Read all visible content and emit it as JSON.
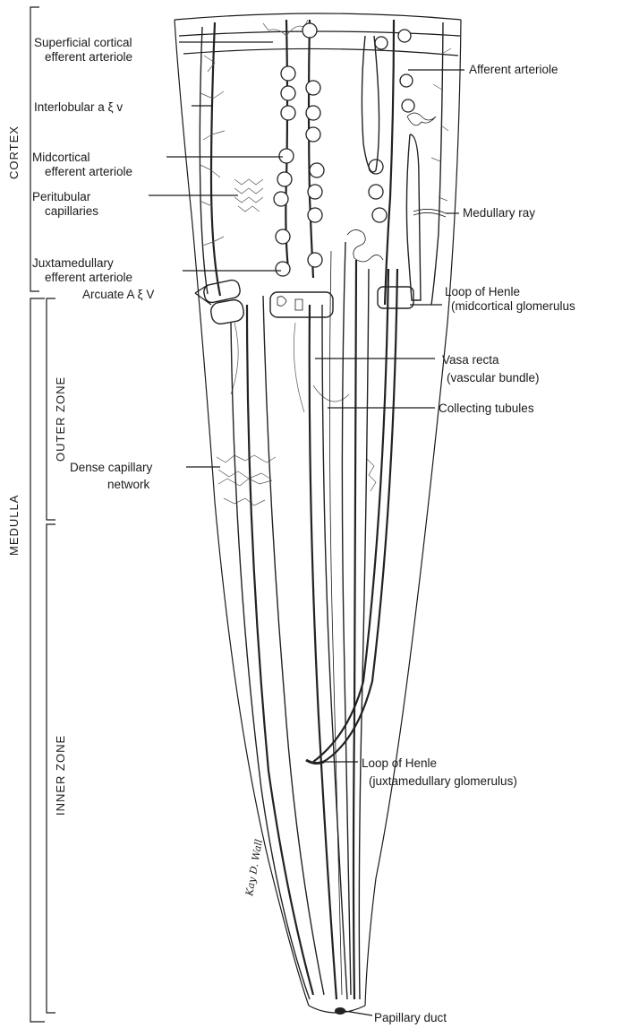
{
  "zones": {
    "cortex": "CORTEX",
    "medulla": "MEDULLA",
    "outer_zone": "OUTER ZONE",
    "inner_zone": "INNER ZONE"
  },
  "labels": {
    "superficial_cortical_1": "Superficial cortical",
    "superficial_cortical_2": "efferent arteriole",
    "interlobular": "Interlobular a ξ v",
    "midcortical_1": "Midcortical",
    "midcortical_2": "efferent arteriole",
    "peritubular_1": "Peritubular",
    "peritubular_2": "capillaries",
    "juxtamedullary_1": "Juxtamedullary",
    "juxtamedullary_2": "efferent arteriole",
    "arcuate": "Arcuate A ξ V",
    "dense_capillary_1": "Dense capillary",
    "dense_capillary_2": "network",
    "afferent": "Afferent arteriole",
    "medullary_ray": "Medullary ray",
    "loop_henle_mid_1": "Loop of Henle",
    "loop_henle_mid_2": "(midcortical glomerulus",
    "vasa_recta_1": "Vasa recta",
    "vasa_recta_2": "(vascular bundle)",
    "collecting": "Collecting tubules",
    "loop_henle_juxta_1": "Loop of Henle",
    "loop_henle_juxta_2": "(juxtamedullary glomerulus)",
    "papillary": "Papillary duct"
  },
  "signature": "Kay D. Wall"
}
